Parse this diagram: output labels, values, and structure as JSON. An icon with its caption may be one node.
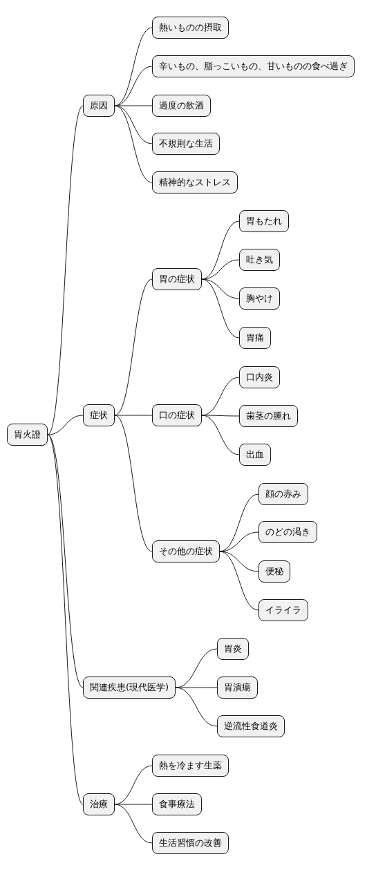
{
  "diagram": {
    "nodes": [
      {
        "text": [
          "胃火證"
        ]
      },
      {
        "text": [
          "原因"
        ]
      },
      {
        "text": [
          "熱いものの摂取"
        ]
      },
      {
        "text": [
          "辛いもの、脂っこいもの、甘いものの食べ過ぎ"
        ]
      },
      {
        "text": [
          "過度の飲酒"
        ]
      },
      {
        "text": [
          "不規則な生活"
        ]
      },
      {
        "text": [
          "精神的なストレス"
        ]
      },
      {
        "text": [
          "症状"
        ]
      },
      {
        "text": [
          "胃の症状"
        ]
      },
      {
        "text": [
          "胃もたれ"
        ]
      },
      {
        "text": [
          "吐き気"
        ]
      },
      {
        "text": [
          "胸やけ"
        ]
      },
      {
        "text": [
          "胃痛"
        ]
      },
      {
        "text": [
          "口の症状"
        ]
      },
      {
        "text": [
          "口内炎"
        ]
      },
      {
        "text": [
          "歯茎の腫れ"
        ]
      },
      {
        "text": [
          "出血"
        ]
      },
      {
        "text": [
          "その他の症状"
        ]
      },
      {
        "text": [
          "顔の赤み"
        ]
      },
      {
        "text": [
          "のどの渇き"
        ]
      },
      {
        "text": [
          "便秘"
        ]
      },
      {
        "text": [
          "イライラ"
        ]
      },
      {
        "text": [
          "関連疾患(現代医学)"
        ]
      },
      {
        "text": [
          "胃炎"
        ]
      },
      {
        "text": [
          "胃潰瘍"
        ]
      },
      {
        "text": [
          "逆流性食道炎"
        ]
      },
      {
        "text": [
          "治療"
        ]
      },
      {
        "text": [
          "熱を冷ます生薬"
        ]
      },
      {
        "text": [
          "食事療法"
        ]
      },
      {
        "text": [
          "生活習慣の改善"
        ]
      }
    ],
    "edges": [
      {
        "from": 0,
        "to": 1,
        "arrow": "none"
      },
      {
        "from": 1,
        "to": 2,
        "arrow": "none"
      },
      {
        "from": 1,
        "to": 3,
        "arrow": "none"
      },
      {
        "from": 1,
        "to": 4,
        "arrow": "none"
      },
      {
        "from": 1,
        "to": 5,
        "arrow": "none"
      },
      {
        "from": 1,
        "to": 6,
        "arrow": "none"
      },
      {
        "from": 0,
        "to": 7,
        "arrow": "none"
      },
      {
        "from": 7,
        "to": 8,
        "arrow": "none"
      },
      {
        "from": 8,
        "to": 9,
        "arrow": "none"
      },
      {
        "from": 8,
        "to": 10,
        "arrow": "none"
      },
      {
        "from": 8,
        "to": 11,
        "arrow": "none"
      },
      {
        "from": 8,
        "to": 12,
        "arrow": "none"
      },
      {
        "from": 7,
        "to": 13,
        "arrow": "none"
      },
      {
        "from": 13,
        "to": 14,
        "arrow": "none"
      },
      {
        "from": 13,
        "to": 15,
        "arrow": "none"
      },
      {
        "from": 13,
        "to": 16,
        "arrow": "none"
      },
      {
        "from": 7,
        "to": 17,
        "arrow": "none"
      },
      {
        "from": 17,
        "to": 18,
        "arrow": "none"
      },
      {
        "from": 17,
        "to": 19,
        "arrow": "none"
      },
      {
        "from": 17,
        "to": 20,
        "arrow": "none"
      },
      {
        "from": 17,
        "to": 21,
        "arrow": "none"
      },
      {
        "from": 0,
        "to": 22,
        "arrow": "none"
      },
      {
        "from": 22,
        "to": 23,
        "arrow": "none"
      },
      {
        "from": 22,
        "to": 24,
        "arrow": "none"
      },
      {
        "from": 22,
        "to": 25,
        "arrow": "none"
      },
      {
        "from": 0,
        "to": 26,
        "arrow": "none"
      },
      {
        "from": 26,
        "to": 27,
        "arrow": "none"
      },
      {
        "from": 26,
        "to": 28,
        "arrow": "none"
      },
      {
        "from": 26,
        "to": 29,
        "arrow": "none"
      }
    ]
  }
}
